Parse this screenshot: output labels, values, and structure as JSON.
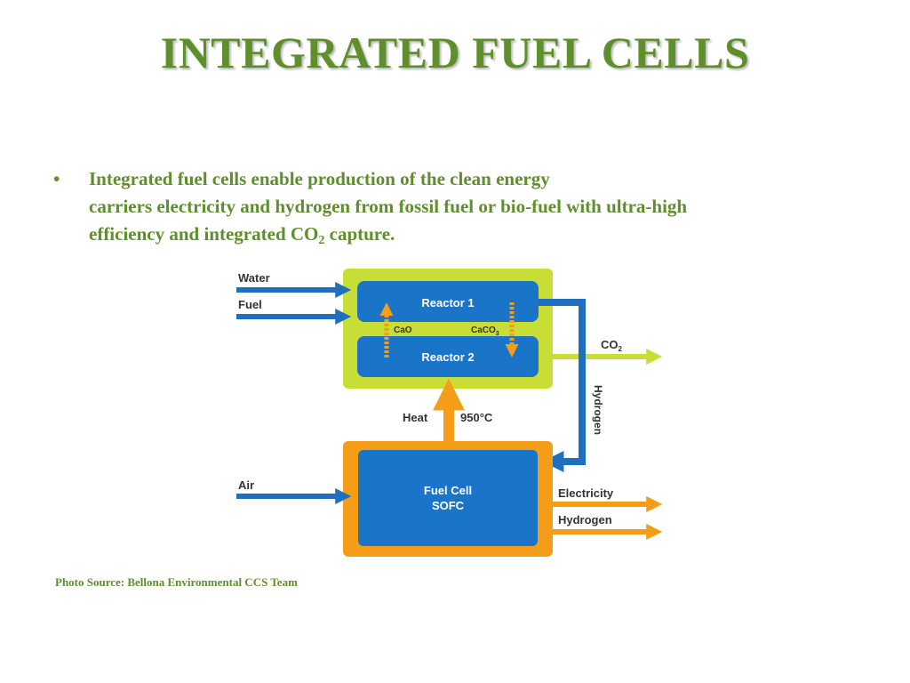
{
  "slide": {
    "title": "INTEGRATED FUEL CELLS",
    "bullet_marker": "•",
    "bullet_line1": "Integrated fuel cells enable production of the clean energy",
    "bullet_line2": "carriers electricity and hydrogen from fossil fuel or bio-fuel with ultra-high",
    "bullet_line3_pre": "efficiency and integrated CO",
    "bullet_line3_sub": "2",
    "bullet_line3_post": " capture.",
    "source": "Photo Source: Bellona Environmental CCS Team"
  },
  "diagram": {
    "inputs": {
      "water": "Water",
      "fuel": "Fuel",
      "air": "Air"
    },
    "reactor1": "Reactor 1",
    "reactor2": "Reactor 2",
    "cao": "CaO",
    "caco_main": "CaCO",
    "caco_sub": "3",
    "heat": "Heat",
    "temperature": "950°C",
    "hydrogen_loop": "Hydrogen",
    "co2_main": "CO",
    "co2_sub": "2",
    "fuel_cell_line1": "Fuel Cell",
    "fuel_cell_line2": "SOFC",
    "out_electricity": "Electricity",
    "out_hydrogen": "Hydrogen",
    "colors": {
      "blue": "#1f6fc0",
      "box_blue": "#1a74c8",
      "lime": "#c8de36",
      "orange": "#f59c18",
      "text_dark": "#333333",
      "text_light": "#ffffff",
      "green_text": "#5e8f2b"
    }
  }
}
